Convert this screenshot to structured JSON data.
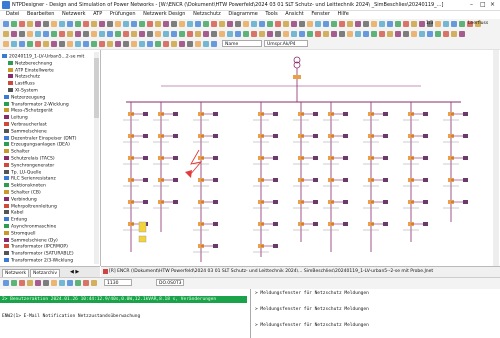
{
  "app": {
    "title": "NTPDesigner - Design and Simulation of Power Networks - [W:\\ENCR (\\Dokument\\HTW Powerfeld\\2024 03 01 SLT Schutz- und Leittechnik 2024\\ _SimBeschlies\\20240119_...]"
  },
  "menu": [
    "Datei",
    "Bearbeiten",
    "Netzwerk",
    "ATP",
    "Prüfungen",
    "Netzwerk Design",
    "Netzschutz",
    "Diagramme",
    "Tools",
    "Ansicht",
    "Fenster",
    "Hilfe"
  ],
  "toolbar": {
    "zoom_select": "Name",
    "layer_select": "Umspr.Ak/P4",
    "right_label": "Leerfluss",
    "page_value": "1/3"
  },
  "tree": {
    "items": [
      "20240119_1-LV-Urban5...2-se mit",
      "Netzberechnung",
      "ATP Einstellwerte",
      "Netzschutz",
      "Lastfluss",
      "XI-System",
      "Netzerzeugung",
      "Transformator 2-Wicklung",
      "Mess-/Schutzgerät",
      "Leitung",
      "Verbraucherlast",
      "Sammelschiene",
      "Dezentraler Einspeiser (DNT)",
      "Erzeugungsanlagen (DEA)",
      "Schalter",
      "Schutzrelais (TACS)",
      "Synchrongenerator",
      "Tp. LU-Quelle",
      "RLC Serienresistanz",
      "Sektionsknoten",
      "Schalter (CB)",
      "Verbindung",
      "Mehrpoltrennleitung",
      "Kabel",
      "Erdung",
      "Asynchronmaschine",
      "Stromquell",
      "Sammelschiene (Dy)",
      "Transformator (IPCRMOP)",
      "Transformator (SATURABLE)",
      "Transformator 2/3-Wicklung"
    ],
    "tabs": [
      "Netzwerk",
      "Netzarchiv"
    ]
  },
  "document_tab": "[R] ENCR (\\Dokument\\HTW Powerfeld\\2024 03 01 SLT Schutz- und Leittechnik 2024\\... SimBeschlies\\20240119_1-LV-urban5--2-se mit Probe.Jnet",
  "bottom_toolbar": {
    "combo1": "1130",
    "combo2": "DO.0S0T3"
  },
  "messages": {
    "left_highlight": "2> Benutzeraktion 2024.01.26 10:44:12.9/40s,0.0W,12.1kVAR,8.18 s, Veränderungen",
    "left_line": "ENW2(1> E-Mail Notification Netzzustandsüberwachung",
    "right_lines": [
      "> Meldungsfenster für Netzschutz Meldungen",
      "> Meldungsfenster für Netzschutz Meldungen",
      "> Meldungsfenster für Netzschutz Meldungen"
    ]
  },
  "colors": {
    "line_color": "#8a2b6a",
    "node_orange": "#e8a14a",
    "message_green": "#1aa34a",
    "fault_red": "#e23b3b"
  }
}
